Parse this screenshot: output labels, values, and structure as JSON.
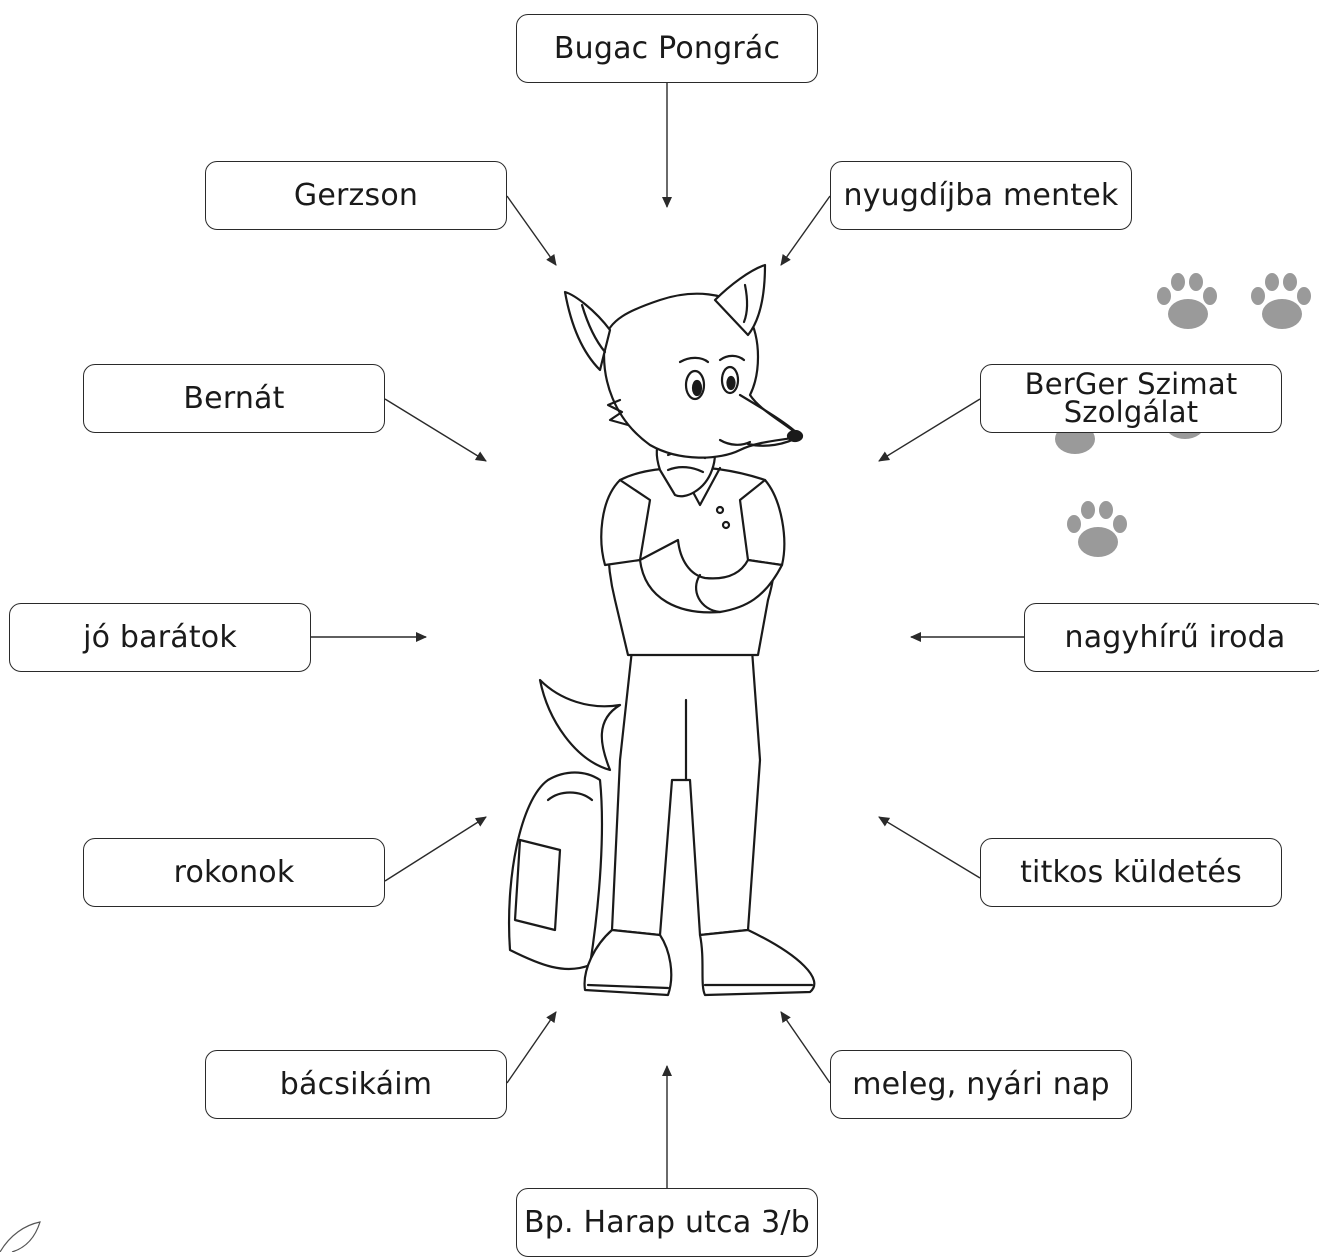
{
  "labels": {
    "name": "Bugac Pongrác",
    "gerzson": "Gerzson",
    "nyugdij": "nyugdíjba mentek",
    "bernat": "Bernát",
    "berger_line1": "BerGer Szimat",
    "berger_line2": "Szolgálat",
    "jo_baratok": "jó barátok",
    "iroda": "nagyhírű iroda",
    "rokonok": "rokonok",
    "kuldetes": "titkos küldetés",
    "bacsik": "bácsikáim",
    "nap": "meleg, nyári nap",
    "cim": "Bp. Harap utca 3/b"
  },
  "colors": {
    "line": "#2a2a2a",
    "paw": "#9a9a9a"
  },
  "icons": {
    "center": "wolf-character-illustration",
    "decoration": "paw-print-icon"
  }
}
